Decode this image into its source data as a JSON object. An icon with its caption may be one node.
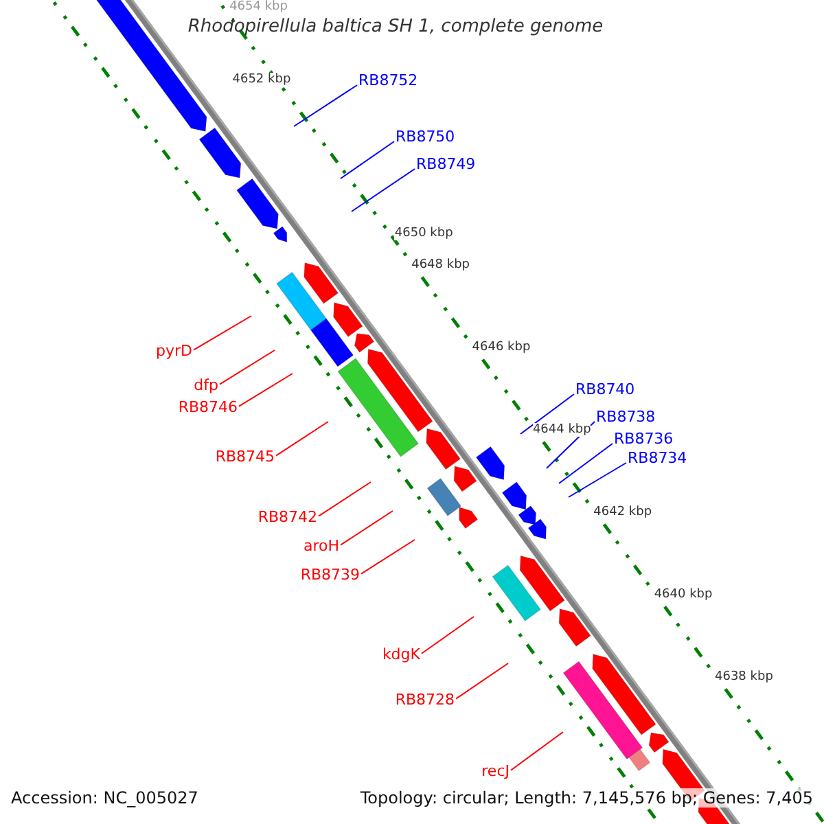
{
  "diagram": {
    "title": "Rhodopirellula baltica SH 1, complete genome",
    "nodes": [
      {
        "text": [
          "RB8752"
        ]
      },
      {
        "text": [
          "RB8750"
        ]
      },
      {
        "text": [
          "RB8749"
        ]
      },
      {
        "text": [
          "pyrD"
        ]
      },
      {
        "text": [
          "dfp"
        ]
      },
      {
        "text": [
          "RB8746"
        ]
      },
      {
        "text": [
          "RB8740"
        ]
      },
      {
        "text": [
          "RB8738"
        ]
      },
      {
        "text": [
          "RB8736"
        ]
      },
      {
        "text": [
          "RB8745"
        ]
      },
      {
        "text": [
          "RB8734"
        ]
      },
      {
        "text": [
          "RB8742"
        ]
      },
      {
        "text": [
          "aroH"
        ]
      },
      {
        "text": [
          "RB8739"
        ]
      },
      {
        "text": [
          "kdgK"
        ]
      },
      {
        "text": [
          "RB8728"
        ]
      },
      {
        "text": [
          "recJ"
        ]
      }
    ],
    "edges": [
      {
        "from": 0,
        "to": null,
        "arrow": "none",
        "color": "#0000ff"
      },
      {
        "from": 1,
        "to": null,
        "arrow": "none",
        "color": "#0000ff"
      },
      {
        "from": 2,
        "to": null,
        "arrow": "none",
        "color": "#0000ff"
      },
      {
        "from": 3,
        "to": null,
        "arrow": "none"
      },
      {
        "from": 4,
        "to": null,
        "arrow": "none"
      },
      {
        "from": 5,
        "to": null,
        "arrow": "none"
      },
      {
        "from": 6,
        "to": null,
        "arrow": "none",
        "color": "#0000ff"
      },
      {
        "from": 7,
        "to": null,
        "arrow": "none",
        "color": "#0000ff"
      },
      {
        "from": 8,
        "to": null,
        "arrow": "none",
        "color": "#0000ff"
      },
      {
        "from": 9,
        "to": null,
        "arrow": "none"
      },
      {
        "from": 10,
        "to": null,
        "arrow": "none",
        "color": "#0000ff"
      },
      {
        "from": 11,
        "to": null,
        "arrow": "none"
      },
      {
        "from": 12,
        "to": null,
        "arrow": "none"
      },
      {
        "from": 13,
        "to": null,
        "arrow": "none"
      },
      {
        "from": 14,
        "to": null,
        "arrow": "none"
      },
      {
        "from": 15,
        "to": null,
        "arrow": "none"
      },
      {
        "from": 16,
        "to": null,
        "arrow": "none"
      }
    ],
    "labels": [
      "4654 kbp",
      "4652 kbp",
      "4650 kbp",
      "4648 kbp",
      "4646 kbp",
      "4644 kbp",
      "4642 kbp",
      "4640 kbp",
      "4638 kbp",
      "Accession: NC_005027",
      "Topology: circular; Length: 7,145,576 bp; Genes: 7,405"
    ]
  }
}
